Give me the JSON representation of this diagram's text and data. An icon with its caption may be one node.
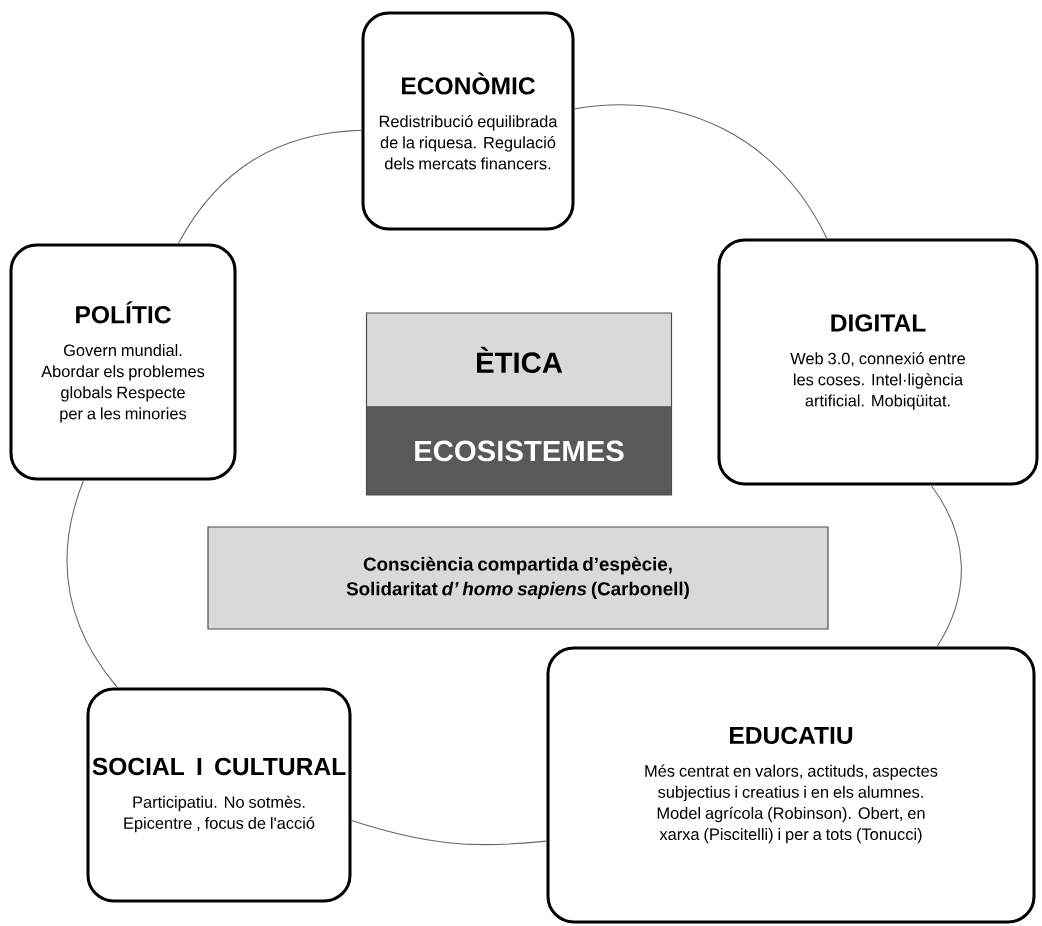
{
  "diagram": {
    "nodes": [
      {
        "text": [
          "ECONÒMIC",
          "Redistribució equilibrada de la riquesa. Regulació dels mercats financers."
        ]
      },
      {
        "text": [
          "POLÍTIC",
          "Govern mundial. Abordar els problemes globals Respecte per a les minories"
        ]
      },
      {
        "text": [
          "ÈTICA"
        ]
      },
      {
        "text": [
          "DIGITAL",
          "Web 3.0, connexió entre les coses. Intel·ligència artificial. Mobiqüitat."
        ]
      },
      {
        "text": [
          "ECOSISTEMES"
        ]
      },
      {
        "text": [
          "Consciència compartida d’espècie, Solidaritat *d’ homo sapiens* (Carbonell)"
        ]
      },
      {
        "text": [
          "SOCIAL I CULTURAL",
          "Participatiu. No sotmès. Epicentre , focus de l'acció"
        ]
      },
      {
        "text": [
          "EDUCATIU",
          "Més centrat en valors, actituds, aspectes subjectius i creatius i en els alumnes. Model agrícola (Robinson). Obert, en xarxa (Piscitelli) i per a tots (Tonucci)"
        ]
      }
    ],
    "edges": [
      {
        "from": 0,
        "to": 3,
        "arrow": "none"
      },
      {
        "from": 3,
        "to": 7,
        "arrow": "none"
      },
      {
        "from": 7,
        "to": 6,
        "arrow": "none"
      },
      {
        "from": 6,
        "to": 1,
        "arrow": "none"
      },
      {
        "from": 1,
        "to": 0,
        "arrow": "none"
      }
    ]
  }
}
